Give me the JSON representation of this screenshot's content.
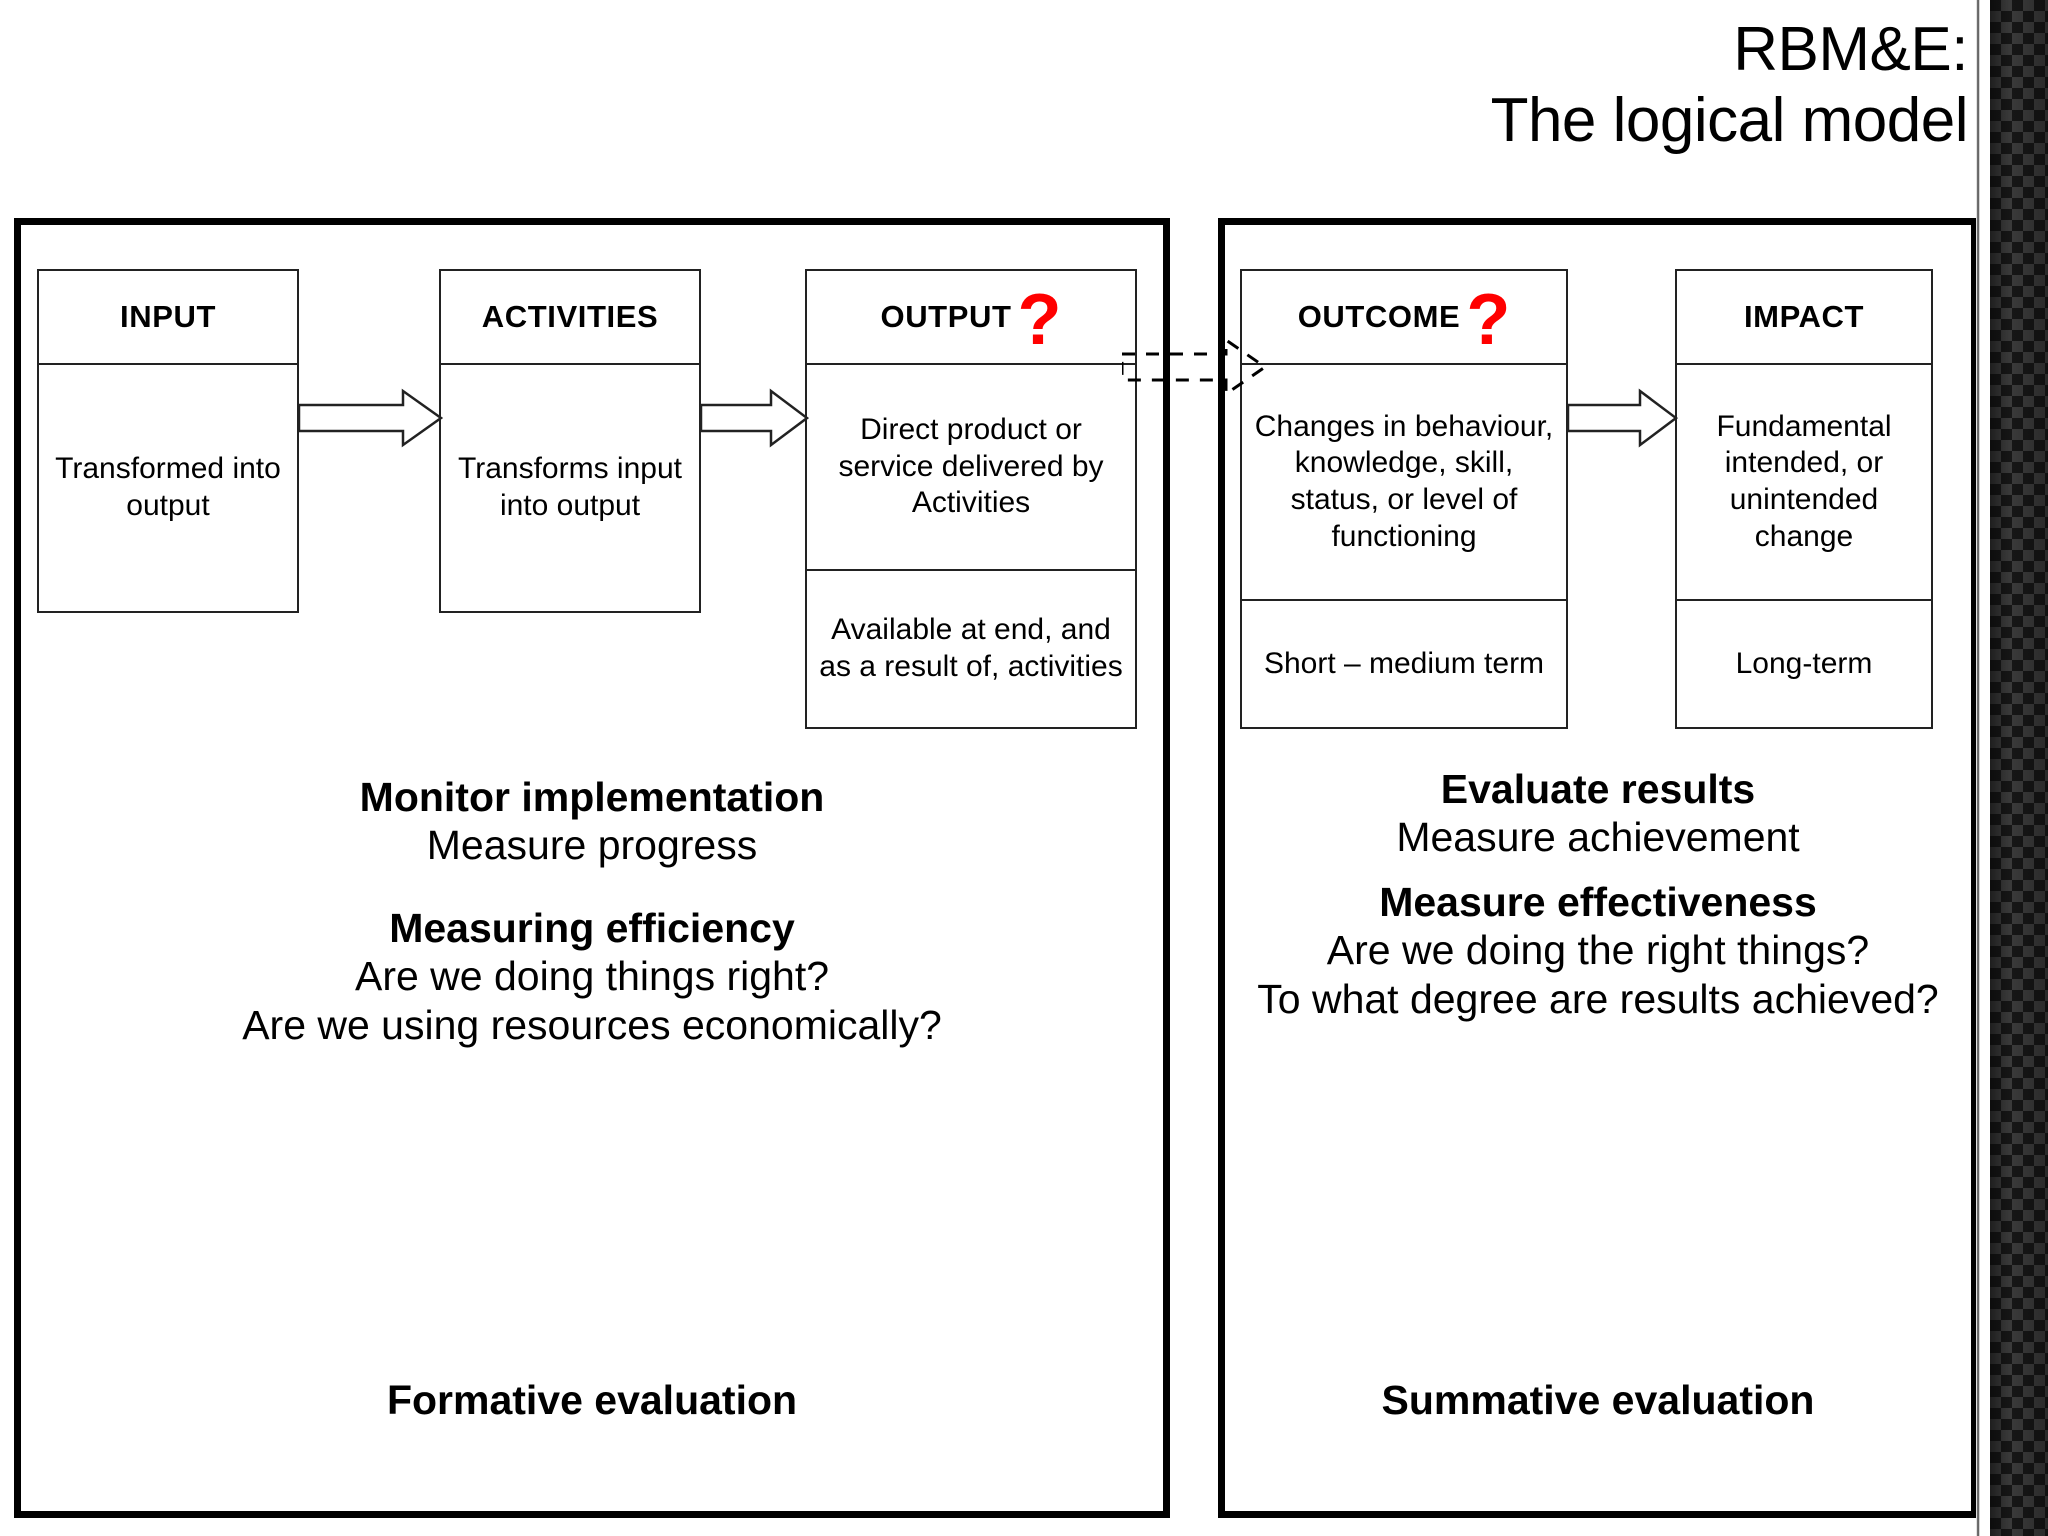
{
  "title": {
    "line1": "RBM&E:",
    "line2": "The logical model"
  },
  "colors": {
    "question_mark": "#FF0000",
    "border": "#000000",
    "box_border": "#222222",
    "background": "#FFFFFF"
  },
  "left_panel": {
    "boxes": [
      {
        "heading": "INPUT",
        "has_question_mark": false,
        "body": "Transformed into output",
        "sub": null
      },
      {
        "heading": "ACTIVITIES",
        "has_question_mark": false,
        "body": "Transforms input into output",
        "sub": null
      },
      {
        "heading": "OUTPUT",
        "has_question_mark": true,
        "question_mark": "?",
        "body": "Direct product or service delivered by Activities",
        "sub": "Available at end, and as a result of, activities"
      }
    ],
    "notes": {
      "line1_bold": "Monitor implementation",
      "line2": "Measure progress",
      "line3_bold": "Measuring efficiency",
      "line4": "Are we doing things right?",
      "line5": "Are we using resources economically?"
    },
    "footer": "Formative evaluation"
  },
  "right_panel": {
    "boxes": [
      {
        "heading": "OUTCOME",
        "has_question_mark": true,
        "question_mark": "?",
        "body": "Changes in behaviour, knowledge, skill, status, or level of functioning",
        "sub": "Short – medium term"
      },
      {
        "heading": "IMPACT",
        "has_question_mark": false,
        "body": "Fundamental intended, or unintended change",
        "sub": "Long-term"
      }
    ],
    "notes": {
      "line1_bold": "Evaluate results",
      "line2": "Measure achievement",
      "line3_bold": "Measure effectiveness",
      "line4": "Are we doing the right things?",
      "line5": "To what degree are results achieved?"
    },
    "footer": "Summative evaluation"
  },
  "arrows": [
    {
      "name": "input-to-activities",
      "style": "solid"
    },
    {
      "name": "activities-to-output",
      "style": "solid"
    },
    {
      "name": "output-to-outcome",
      "style": "dashed"
    },
    {
      "name": "outcome-to-impact",
      "style": "solid"
    }
  ]
}
